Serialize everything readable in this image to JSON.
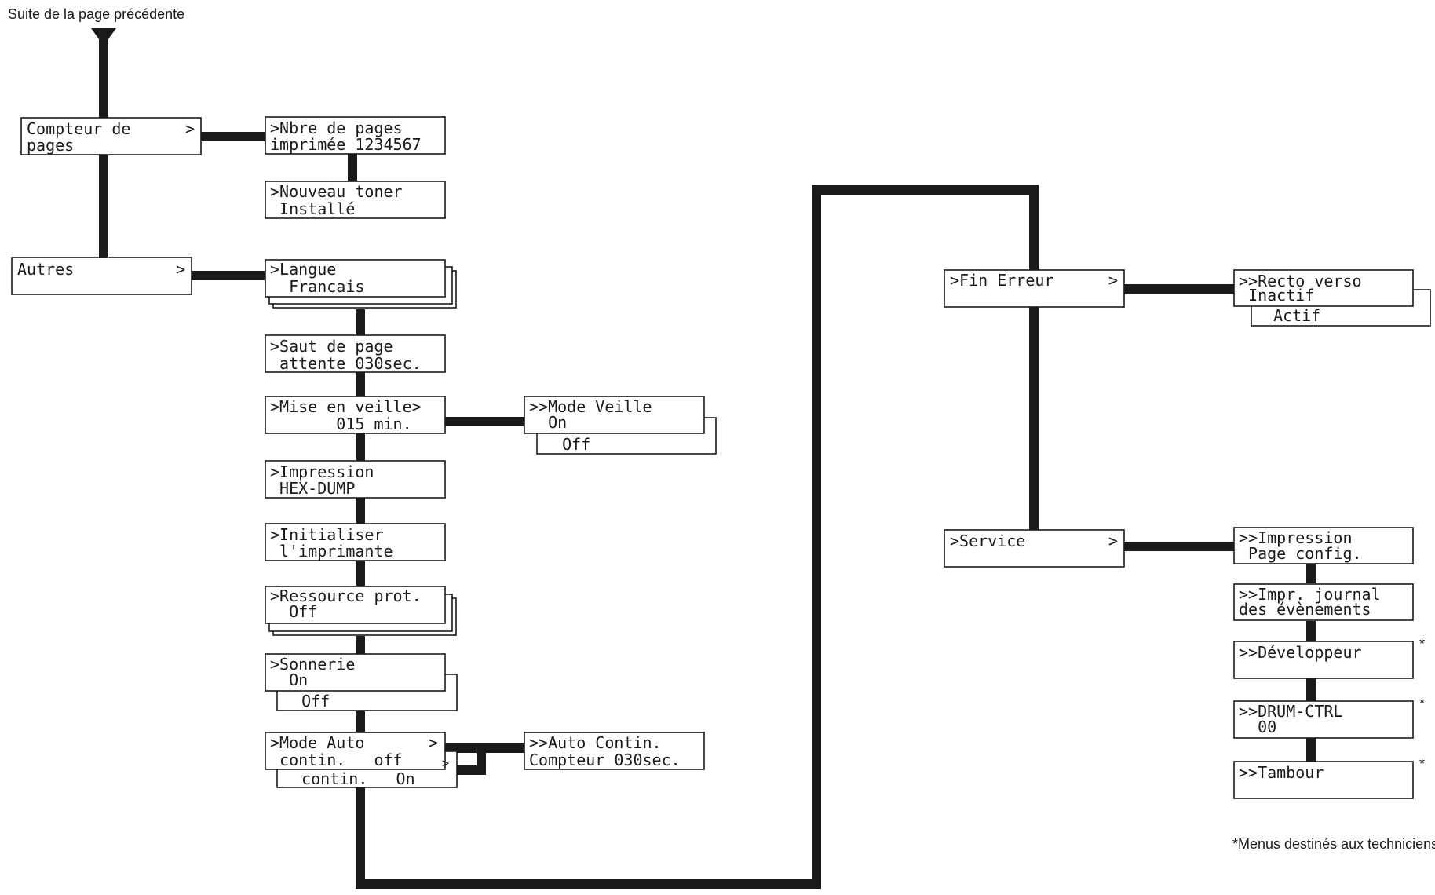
{
  "header": {
    "continuation": "Suite de la page précédente"
  },
  "footer": {
    "footnote": "*Menus destinés aux techniciens"
  },
  "colors": {
    "line": "#1a1a1a",
    "box_border": "#1a1a1a",
    "background": "#ffffff"
  },
  "menu": {
    "compteur": {
      "line1": "Compteur de",
      "line2": "pages",
      "arrow": ">"
    },
    "nbre_pages": {
      "line1": ">Nbre de pages",
      "line2": "imprimée 1234567"
    },
    "nouveau_toner": {
      "line1": ">Nouveau toner",
      "line2": " Installé"
    },
    "autres": {
      "line1": "Autres",
      "arrow": ">"
    },
    "langue": {
      "line1": ">Langue",
      "line2": "  Francais"
    },
    "saut_page": {
      "line1": ">Saut de page",
      "line2": " attente 030sec."
    },
    "mise_veille": {
      "line1": ">Mise en veille>",
      "line2": "       015 min."
    },
    "mode_veille": {
      "line1": ">>Mode Veille",
      "line2": "  On",
      "alt": "  Off"
    },
    "impression_hex": {
      "line1": ">Impression",
      "line2": " HEX-DUMP"
    },
    "initialiser": {
      "line1": ">Initialiser",
      "line2": " l'imprimante"
    },
    "ressource": {
      "line1": ">Ressource prot.",
      "line2": "  Off"
    },
    "sonnerie": {
      "line1": ">Sonnerie",
      "line2": "  On",
      "alt": "  Off"
    },
    "mode_auto": {
      "line1": ">Mode Auto",
      "arrow": ">",
      "line2": " contin.   off",
      "alt": "  contin.   On",
      "alt_arrow": ">"
    },
    "auto_contin": {
      "line1": ">>Auto Contin.",
      "line2": "Compteur 030sec."
    },
    "fin_erreur": {
      "line1": ">Fin Erreur",
      "arrow": ">"
    },
    "recto_verso": {
      "line1": ">>Recto verso",
      "line2": " Inactif",
      "alt": "  Actif"
    },
    "service": {
      "line1": ">Service",
      "arrow": ">"
    },
    "impression_config": {
      "line1": ">>Impression",
      "line2": " Page config."
    },
    "impr_journal": {
      "line1": ">>Impr. journal",
      "line2": "des évènements"
    },
    "developpeur": {
      "line1": ">>Développeur",
      "mark": "*"
    },
    "drum_ctrl": {
      "line1": ">>DRUM-CTRL",
      "line2": "  00",
      "mark": "*"
    },
    "tambour": {
      "line1": ">>Tambour",
      "mark": "*"
    }
  }
}
